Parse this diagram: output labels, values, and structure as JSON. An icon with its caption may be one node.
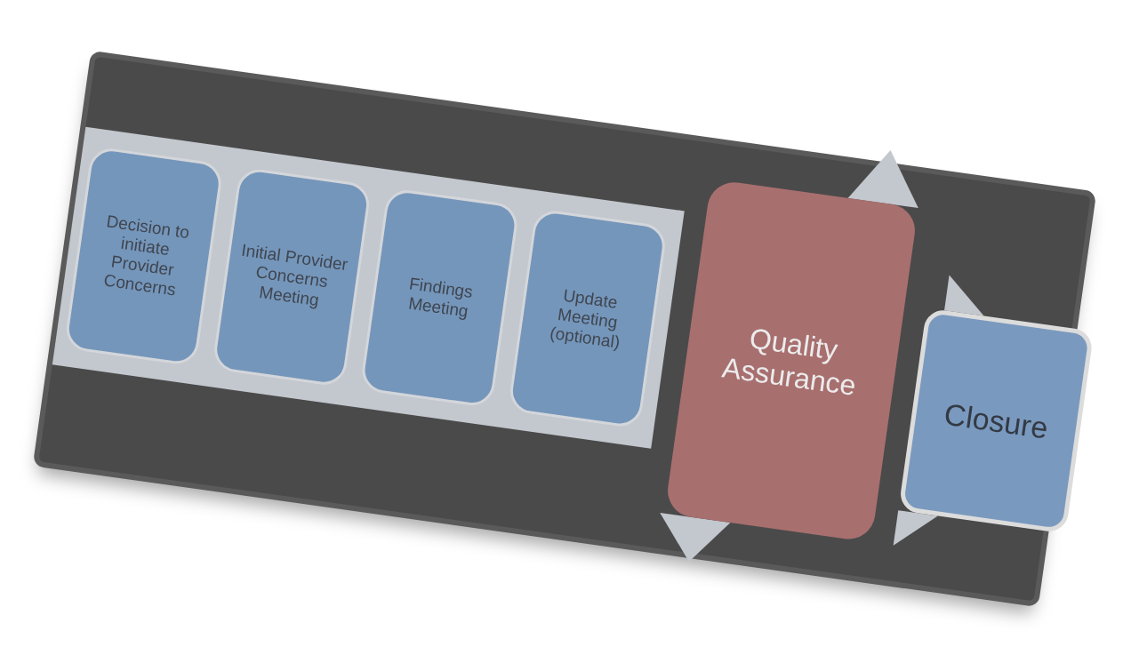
{
  "diagram": {
    "nodes": [
      {
        "text": [],
        "shape": "band"
      },
      {
        "text": [
          "Decision to initiate Provider Concerns"
        ],
        "in": 0
      },
      {
        "text": [
          "Initial Provider Concerns Meeting"
        ],
        "in": 0
      },
      {
        "text": [
          "Findings Meeting"
        ],
        "in": 0
      },
      {
        "text": [
          "Update Meeting (optional)"
        ],
        "in": 0
      },
      {
        "text": [
          "Quality Assurance"
        ]
      },
      {
        "text": [
          "Closure"
        ]
      }
    ]
  }
}
